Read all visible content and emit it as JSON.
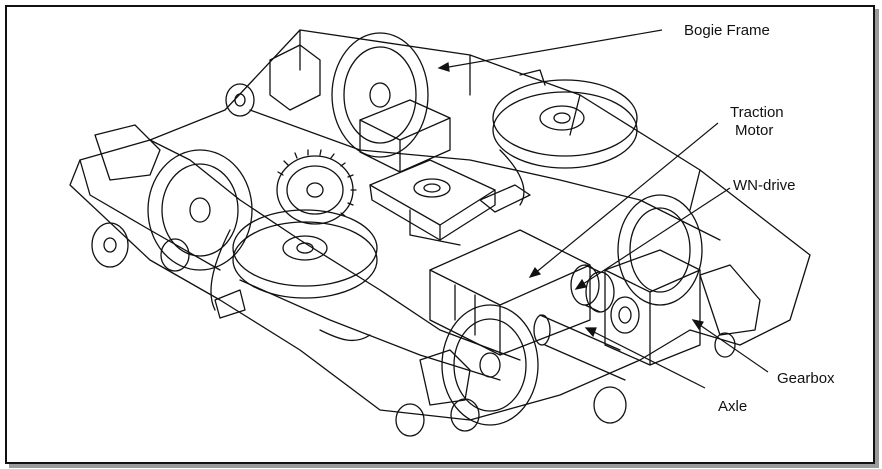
{
  "labels": {
    "bogie_frame": "Bogie Frame",
    "traction_motor_line1": "Traction",
    "traction_motor_line2": "Motor",
    "wn_drive": "WN-drive",
    "gearbox": "Gearbox",
    "axle": "Axle"
  },
  "colors": {
    "ink": "#111111",
    "frame_shadow": "#9a9a9a",
    "background": "#ffffff"
  }
}
